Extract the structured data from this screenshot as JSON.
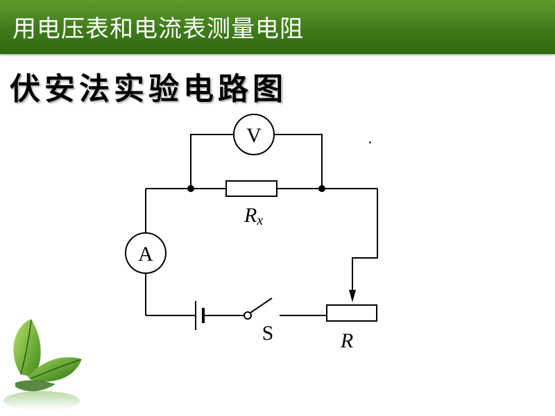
{
  "slide": {
    "title": "用电压表和电流表测量电阻",
    "subtitle": "伏安法实验电路图"
  },
  "circuit": {
    "voltmeter_symbol": "V",
    "ammeter_symbol": "A",
    "resistor_label": "R",
    "resistor_subscript": "x",
    "switch_label": "S",
    "rheostat_label": "R"
  },
  "colors": {
    "title_bar": "#3f7a1a",
    "title_text": "#ffffff",
    "wire": "#000000"
  },
  "decorations": {
    "leaf_icon": "green-leaf-icon"
  }
}
